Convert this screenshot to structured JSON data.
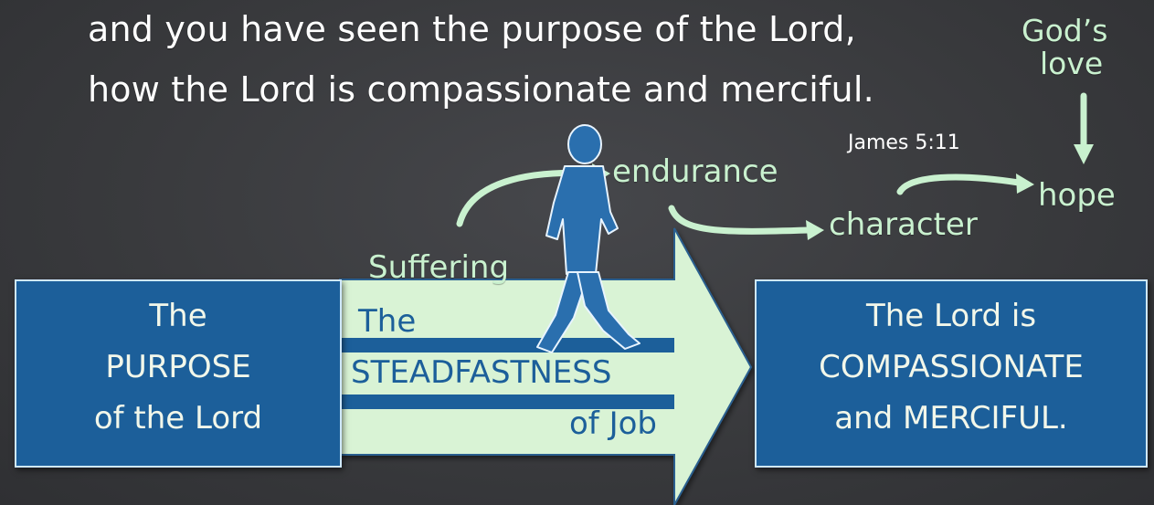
{
  "verse": {
    "line1": "and you have seen the purpose of the Lord,",
    "line2": "how the Lord is compassionate and merciful."
  },
  "reference": "James 5:11",
  "notes": {
    "gods_love_line1": "God’s",
    "gods_love_line2": "love",
    "endurance": "endurance",
    "character": "character",
    "hope": "hope",
    "suffering": "Suffering"
  },
  "left_box": {
    "line1": "The",
    "line2": "PURPOSE",
    "line3": "of the Lord"
  },
  "arrow": {
    "line1": "The",
    "line2": "STEADFASTNESS",
    "line3": "of Job"
  },
  "right_box": {
    "line1": "The Lord is",
    "line2": "COMPASSIONATE",
    "line3": "and MERCIFUL."
  },
  "colors": {
    "background": "#3b3c3f",
    "box_fill": "#1c5f9a",
    "arrow_fill": "#d9f3d5",
    "accent_green": "#c9f1cf",
    "walker": "#2a6fae"
  },
  "icons": {
    "walker": "walking-person-icon"
  }
}
